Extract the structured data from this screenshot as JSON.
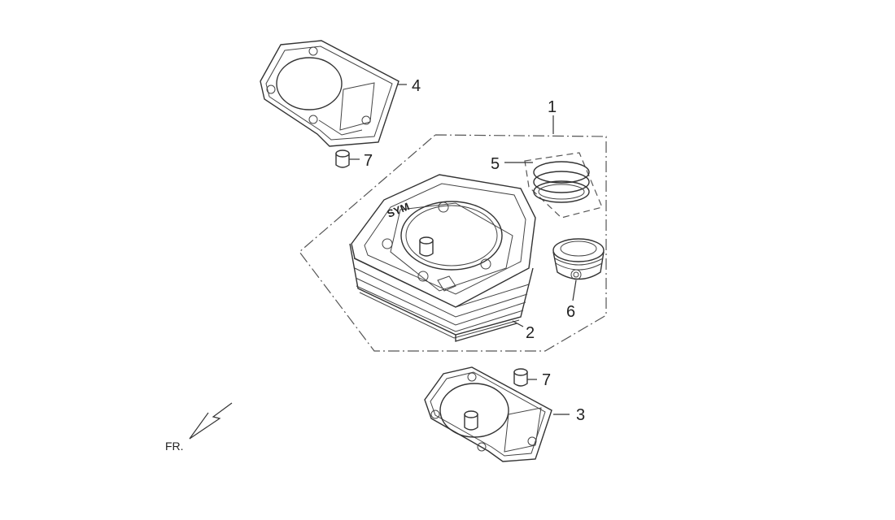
{
  "callouts": {
    "c1": "1",
    "c2": "2",
    "c3": "3",
    "c4": "4",
    "c5": "5",
    "c6": "6",
    "c7a": "7",
    "c7b": "7"
  },
  "front_marker": "FR.",
  "brand_mark": "SYM"
}
